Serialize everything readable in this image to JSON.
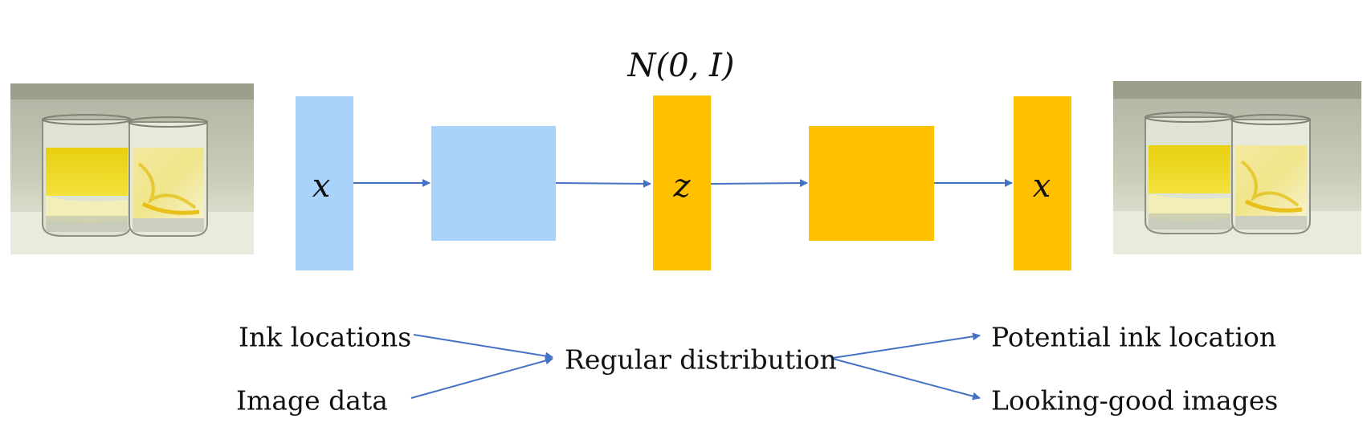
{
  "colors": {
    "light_blue": "#A9D3FB",
    "orange": "#FFC000",
    "arrow": "#4472C4",
    "ink": "#EBC400"
  },
  "diagram": {
    "input_symbol": "x",
    "latent_symbol": "z",
    "output_symbol": "x",
    "prior_label": "N(0, I)"
  },
  "labels": {
    "ink_locations": "Ink locations",
    "image_data": "Image data",
    "regular_distribution": "Regular distribution",
    "potential_ink_location": "Potential ink location",
    "looking_good_images": "Looking-good images"
  }
}
